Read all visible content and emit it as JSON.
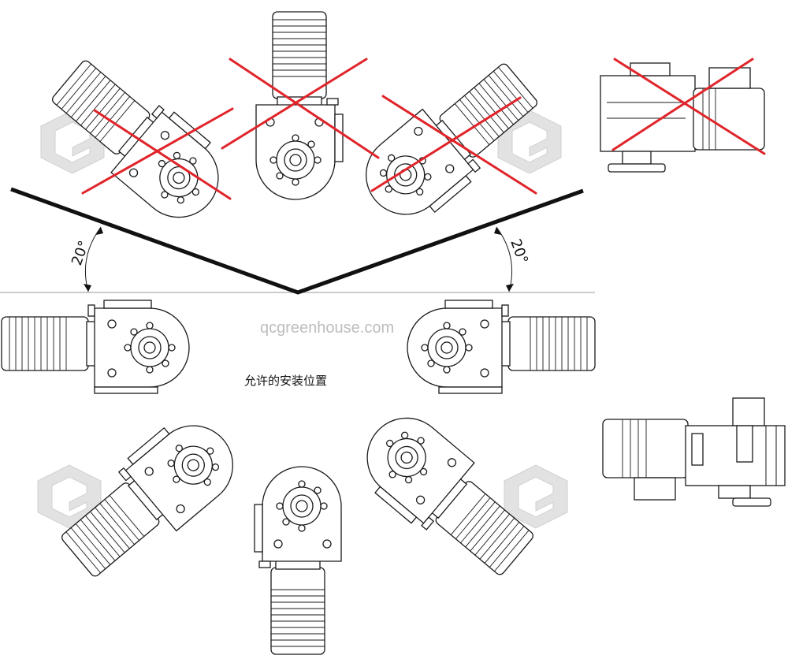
{
  "labels": {
    "angle_left": "20°",
    "angle_right": "20°",
    "allowed_positions": "允许的安装位置",
    "watermark": "qcgreenhouse.com"
  },
  "colors": {
    "line": "#1a1a1a",
    "cross": "#e0242a",
    "watermark": "#bdbdbd",
    "background": "#ffffff"
  },
  "motors": [
    {
      "id": "top-left",
      "allowed": false
    },
    {
      "id": "top-center",
      "allowed": false
    },
    {
      "id": "top-right",
      "allowed": false
    },
    {
      "id": "side-view-top",
      "allowed": false
    },
    {
      "id": "middle-left",
      "allowed": true
    },
    {
      "id": "middle-right",
      "allowed": true
    },
    {
      "id": "bottom-left",
      "allowed": true
    },
    {
      "id": "bottom-center",
      "allowed": true
    },
    {
      "id": "bottom-right",
      "allowed": true
    },
    {
      "id": "side-view-bottom",
      "allowed": true
    }
  ]
}
